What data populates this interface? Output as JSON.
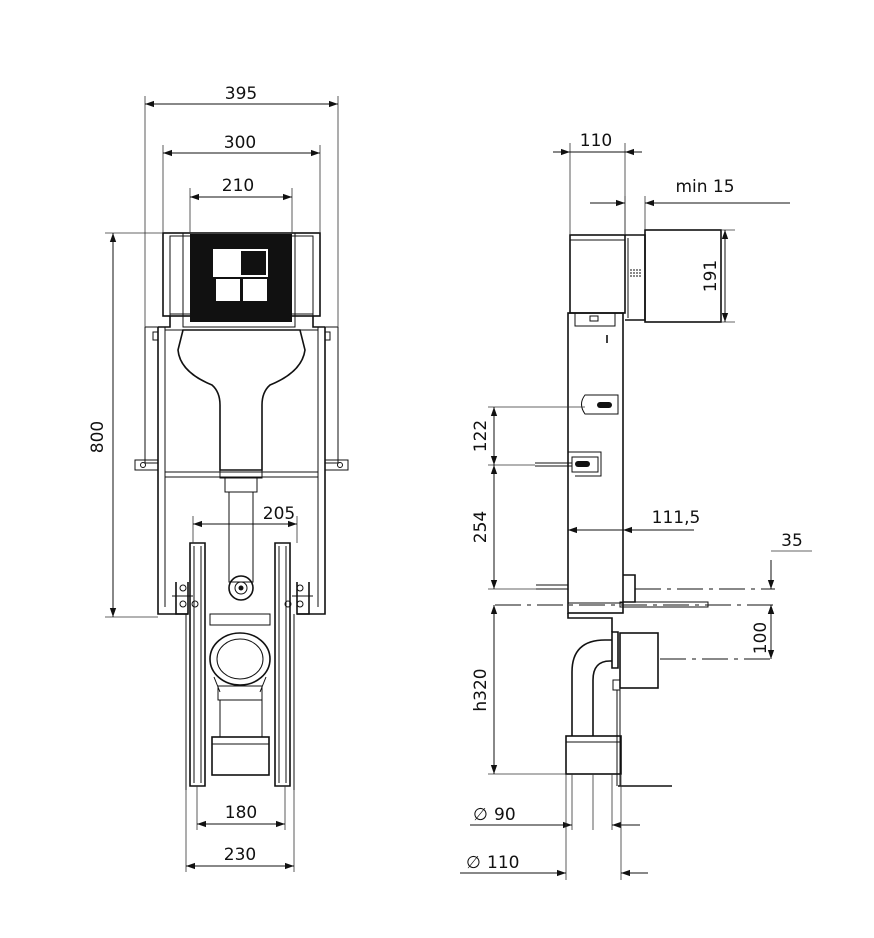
{
  "front_view": {
    "dimensions": {
      "overall_width": "395",
      "frame_width": "300",
      "cistern_width": "210",
      "bolt_spacing": "205",
      "height": "800",
      "foot_inner": "180",
      "foot_outer": "230"
    }
  },
  "side_view": {
    "dimensions": {
      "frame_depth": "110",
      "plate_min": "min 15",
      "plate_height": "191",
      "upper_spacing": "122",
      "lower_spacing": "254",
      "pipe_offset": "111,5",
      "stub_height": "35",
      "outlet_height": "100",
      "floor_height": "h320",
      "pipe_d90": "90",
      "pipe_d110": "110",
      "diameter_symbol": "∅"
    }
  }
}
